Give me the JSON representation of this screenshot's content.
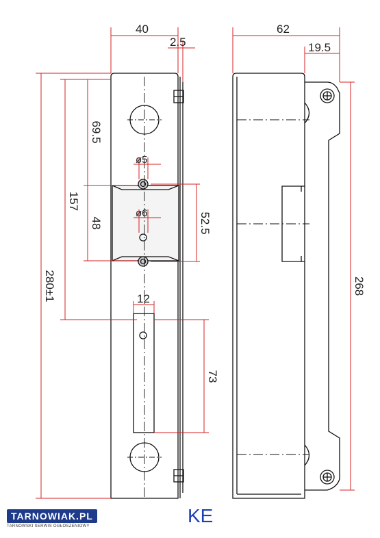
{
  "dimensions": {
    "front_width": "40",
    "flange": "2.5",
    "total_height": "280±1",
    "to_lower_opening": "157",
    "top_offset": "69.5",
    "window_height": "48",
    "hole_upper": "ø5",
    "hole_lower": "ø6",
    "screw_spacing": "52.5",
    "slot_width": "12",
    "slot_length": "73",
    "side_width": "62",
    "side_step": "19.5",
    "side_height": "268"
  },
  "caption": "KE",
  "logo": {
    "name": "TARNOWIAK.PL",
    "tagline": "TARNOWSKI SERWIS OGŁOSZENIOWY"
  },
  "colors": {
    "dimension_line": "#d42020",
    "outline": "#111111",
    "caption": "#1a3fb5",
    "logo_bg": "#1e3a8a"
  }
}
